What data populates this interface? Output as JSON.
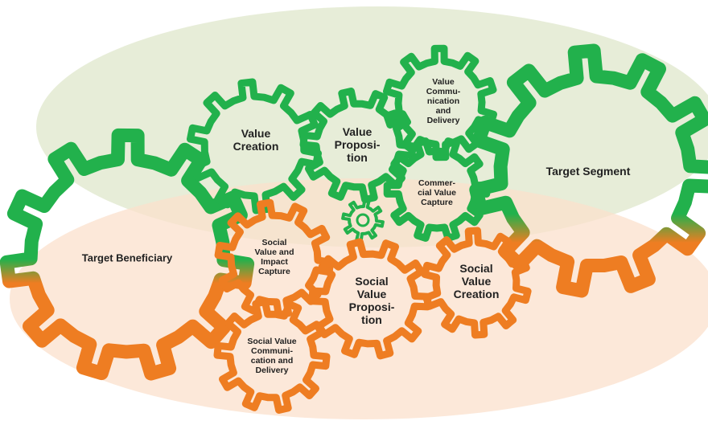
{
  "colors": {
    "green": "#22b14c",
    "orange": "#ee7d22",
    "ellipse_top": "#e4ebd4",
    "ellipse_bottom": "#fbe0cc"
  },
  "labels": {
    "value_creation": "Value\nCreation",
    "value_proposition": "Value\nProposi-\ntion",
    "value_communication": "Value\nCommu-\nnication\nand\nDelivery",
    "commercial_value_capture": "Commer-\ncial Value\nCapture",
    "target_segment": "Target Segment",
    "target_beneficiary": "Target Beneficiary",
    "social_value_impact_capture": "Social\nValue and\nImpact\nCapture",
    "social_value_proposition": "Social\nValue\nProposi-\ntion",
    "social_value_creation": "Social\nValue\nCreation",
    "social_value_communication": "Social Value\nCommuni-\ncation and\nDelivery"
  }
}
